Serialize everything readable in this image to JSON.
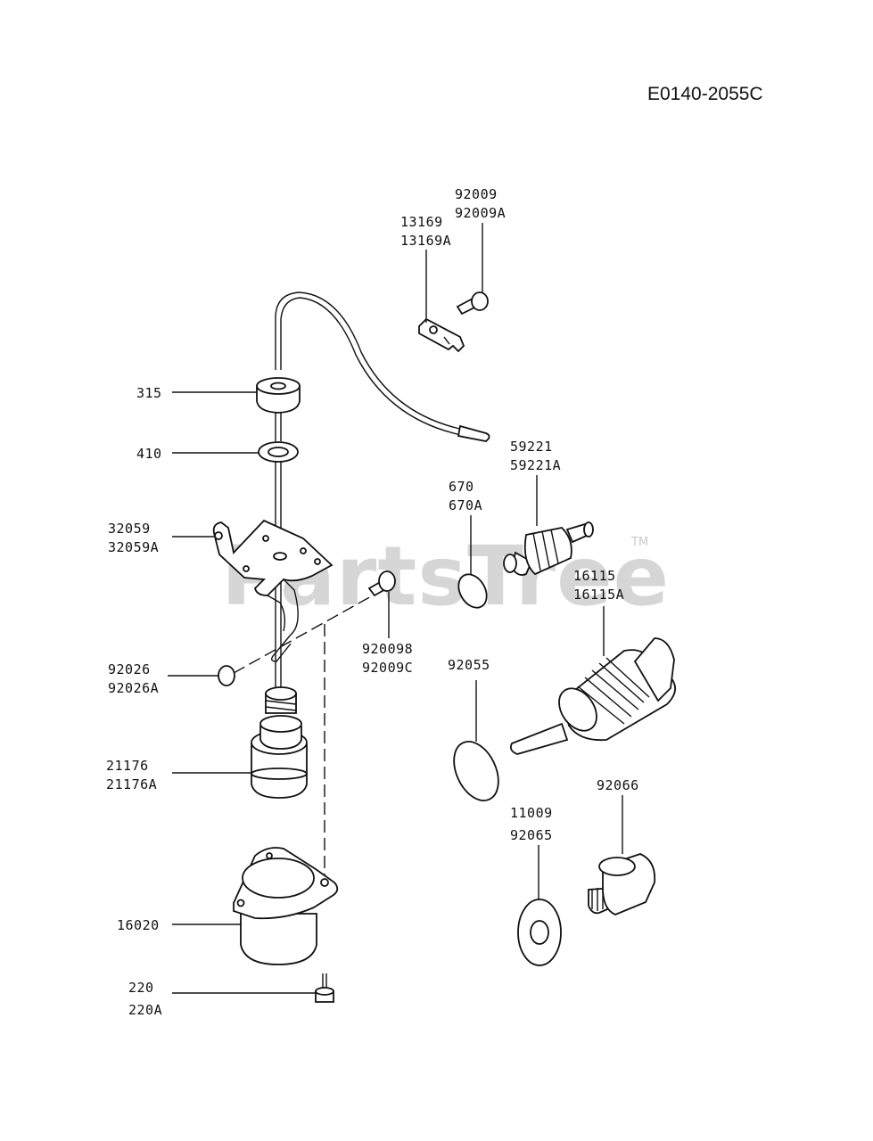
{
  "diagram_code": "E0140-2055C",
  "watermark": {
    "text": "PartsTree",
    "trademark": "TM"
  },
  "callouts": {
    "c92009": {
      "line1": "92009",
      "line2": "92009A"
    },
    "c13169": {
      "line1": "13169",
      "line2": "13169A"
    },
    "c315": {
      "line1": "315"
    },
    "c410": {
      "line1": "410"
    },
    "c32059": {
      "line1": "32059",
      "line2": "32059A"
    },
    "c670": {
      "line1": "670",
      "line2": "670A"
    },
    "c59221": {
      "line1": "59221",
      "line2": "59221A"
    },
    "c16115": {
      "line1": "16115",
      "line2": "16115A"
    },
    "c920098": {
      "line1": "920098",
      "line2": "92009C"
    },
    "c92026": {
      "line1": "92026",
      "line2": "92026A"
    },
    "c92055": {
      "line1": "92055"
    },
    "c21176": {
      "line1": "21176",
      "line2": "21176A"
    },
    "c92066": {
      "line1": "92066"
    },
    "c11009": {
      "line1": "11009",
      "line2": "92065"
    },
    "c16020": {
      "line1": "16020"
    },
    "c220": {
      "line1": "220",
      "line2": "220A"
    }
  }
}
